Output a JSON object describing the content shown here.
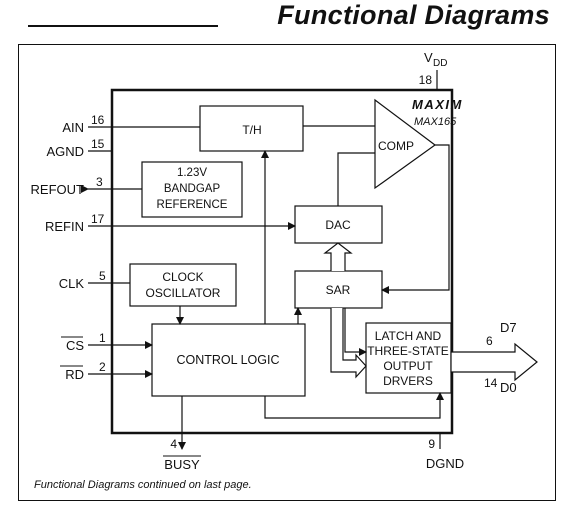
{
  "page": {
    "heading": "Functional Diagrams",
    "footnote": "Functional Diagrams continued on last page."
  },
  "diagram": {
    "brand": "MAXIM",
    "part_number": "MAX165",
    "blocks": {
      "track_hold": "T/H",
      "comparator": "COMP",
      "bandgap": [
        "1.23V",
        "BANDGAP",
        "REFERENCE"
      ],
      "dac": "DAC",
      "clock": [
        "CLOCK",
        "OSCILLATOR"
      ],
      "sar": "SAR",
      "control_logic": "CONTROL LOGIC",
      "latch": [
        "LATCH AND",
        "THREE-STATE",
        "OUTPUT",
        "DRVERS"
      ]
    },
    "pins": {
      "ain": {
        "label": "AIN",
        "number": "16"
      },
      "agnd": {
        "label": "AGND",
        "number": "15"
      },
      "refout": {
        "label": "REFOUT",
        "number": "3"
      },
      "refin": {
        "label": "REFIN",
        "number": "17"
      },
      "clk": {
        "label": "CLK",
        "number": "5"
      },
      "cs": {
        "label": "CS",
        "number": "1"
      },
      "rd": {
        "label": "RD",
        "number": "2"
      },
      "vdd": {
        "label": "V",
        "sub": "DD",
        "number": "18"
      },
      "busy": {
        "label": "BUSY",
        "number": "4"
      },
      "dgnd": {
        "label": "DGND",
        "number": "9"
      },
      "d7": {
        "label": "D7",
        "number": "6"
      },
      "d0": {
        "label": "D0",
        "number": "14"
      }
    }
  }
}
